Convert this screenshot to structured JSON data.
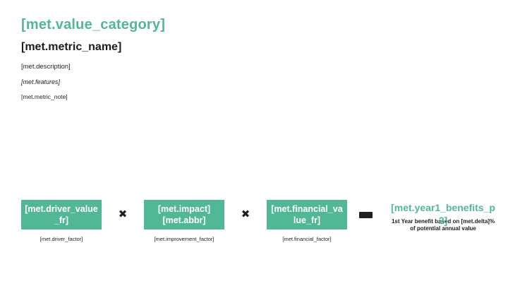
{
  "slide": {
    "header": {
      "value_category": "[met.value_category]",
      "metric_name": "[met.metric_name]",
      "description": "[met.description]",
      "features": "[met.features]",
      "metric_note": "[met.metric_note]"
    },
    "formula": {
      "multiply_symbol": "✖",
      "equals_symbol": "=",
      "terms": [
        {
          "label": "[met.driver_value_fr]",
          "caption": "[met.driver_factor]"
        },
        {
          "label": "[met.impact] [met.abbr]",
          "caption": "[met.improvement_factor]"
        },
        {
          "label": "[met.financial_value_fr]",
          "caption": "[met.financial_factor]"
        }
      ],
      "result": {
        "label": "[met.year1_benefits_p2]",
        "note": "1st Year benefit based on [met.delta]% of potential annual value"
      }
    },
    "colors": {
      "accent_teal": "#52b794",
      "text_black": "#1f1f1f",
      "box_text_white": "#ffffff"
    }
  }
}
